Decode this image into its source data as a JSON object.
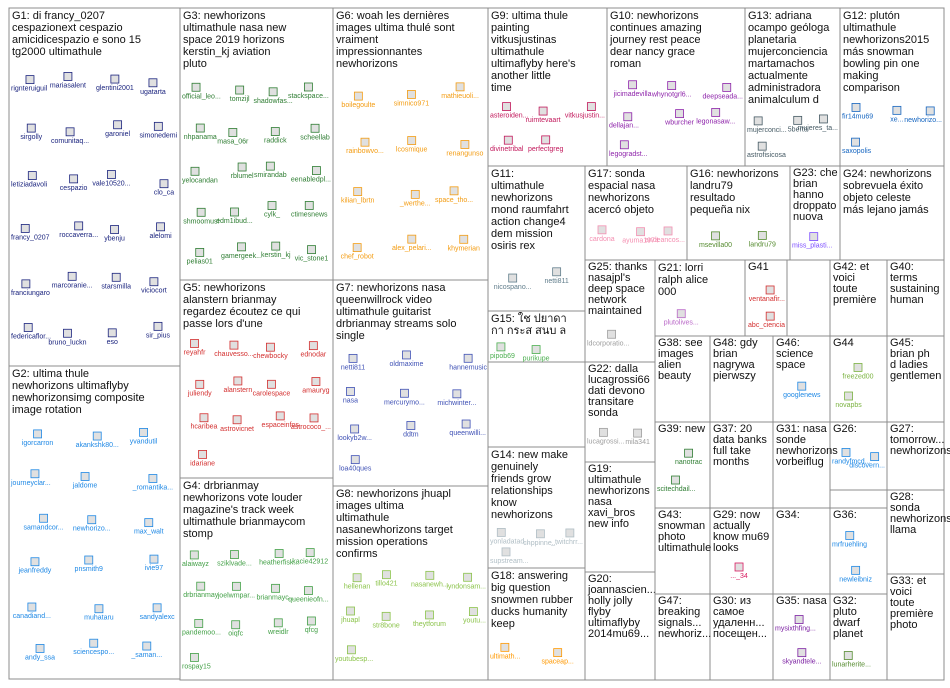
{
  "colors": {
    "G1": "#1a237e",
    "G2": "#1e88e5",
    "G3": "#2e7d32",
    "G4": "#43a047",
    "G5": "#d32f2f",
    "G6": "#f39c12",
    "G7": "#3f51b5",
    "G8": "#8bc34a",
    "G9": "#c2185b",
    "G10": "#8e24aa",
    "G11": "#607d8b",
    "G12": "#1565c0",
    "G13": "#455a64",
    "G14": "#b0bec5",
    "G15": "#4caf50",
    "G16": "#558b2f",
    "G17": "#f48fb1",
    "G18": "#ff9800",
    "G19": "#9e9e9e",
    "G20": "#9e9e9e",
    "G21": "#ba68c8",
    "G22": "#9e9e9e",
    "G23": "#7c4dff",
    "G24": "#e91e63",
    "G25": "#9e9e9e",
    "G26": "#1e88e5",
    "G27": "#1e88e5",
    "G28": "#43a047",
    "G29": "#d81b60",
    "G30": "#7e57c2",
    "G31": "#388e3c",
    "G32": "#558b2f",
    "G33": "#7b1fa2",
    "G34": "#2e7d32",
    "G35": "#7b1fa2",
    "G36": "#1e88e5",
    "G37": "#ffb300",
    "G38": "#ab47bc",
    "G39": "#2e7d32",
    "G40": "#1e88e5",
    "G41": "#d32f2f",
    "G42": "#9e9e9e",
    "G43": "#26a69a",
    "G44": "#7cb342",
    "G45": "#c62828",
    "G46": "#1e88e5",
    "G47": "#7e57c2",
    "G48": "#1565c0"
  },
  "groups": [
    {
      "id": "G1",
      "title": "G1: di francy_0207 cespazionext cespazio amicidicespazio e sono 15 tg2000 ultimathule",
      "nodes": [
        "rignteruiguil",
        "mariasalent",
        "glentini2001",
        "ugatarta",
        "sirgolly",
        "comunitaq...",
        "garoniel",
        "simonedemi",
        "letiziadavoli",
        "cespazio",
        "vale10520...",
        "clo_ca",
        "francy_0207",
        "roccaverra...",
        "ybenju",
        "alelomi",
        "franciungaro",
        "marcoranie...",
        "starsmilla",
        "viciocort",
        "federicaflor...",
        "bruno_luckn",
        "eso",
        "sir_pius"
      ]
    },
    {
      "id": "G2",
      "title": "G2: ultima thule newhorizons ultimaflyby newhorizonsimg composite image rotation",
      "nodes": [
        "igorcarron",
        "akankshk80...",
        "yvandutil",
        "journeyclar...",
        "jaldome",
        "_romantika...",
        "samandcor...",
        "newhorizo...",
        "max_walt",
        "jeanfreddy",
        "pnsmith9",
        "ivie97",
        "canadiand...",
        "muhataru",
        "sandyalexc",
        "andy_ssa",
        "sciencespo...",
        "_saman..."
      ]
    },
    {
      "id": "G3",
      "title": "G3: newhorizons ultimathule nasa new space 2019 horizons kerstin_kj aviation pluto",
      "nodes": [
        "official_leo...",
        "tomzijl",
        "shadowfas...",
        "stackspace...",
        "nhpanama",
        "masa_06r",
        "raddick",
        "scheellab",
        "yelocandan",
        "rblumel",
        "smirandab",
        "eenabledpl...",
        "shmoomusi",
        "edm1ibud...",
        "cylk_",
        "ctimesnews",
        "pelias01",
        "gamergeek...",
        "kerstin_kj",
        "vic_stone1"
      ]
    },
    {
      "id": "G4",
      "title": "G4: drbrianmay newhorizons vote louder magazine's track week ultimathule brianmaycom stomp",
      "nodes": [
        "alaiwayz",
        "sziklvade...",
        "heatherfisk...",
        "kacie42912",
        "drbrianmay",
        "joelwmpar...",
        "brianmayc...",
        "queenieofn...",
        "pandemoo...",
        "oiqfc",
        "wreidlr",
        "qfcg",
        "rospay15"
      ]
    },
    {
      "id": "G5",
      "title": "G5: newhorizons alanstern brianmay regardez écoutez ce qui passe lors d'une",
      "nodes": [
        "reyahfr",
        "chauvesso...",
        "chewbocky",
        "ednodar",
        "juliendy",
        "alanstern",
        "carolespace",
        "amauryg",
        "hcaribea",
        "astrovicnet",
        "espaceinfos",
        "astrococo_...",
        "idariane"
      ]
    },
    {
      "id": "G6",
      "title": "G6: woah les dernières images ultima thulé sont vraiment impressionnantes newhorizons",
      "nodes": [
        "boilegoulte",
        "simnico971",
        "mathieuoli...",
        "rainbowvo...",
        "lcosmique",
        "renangunso",
        "kilian_lbrtn",
        "_werthe...",
        "space_tho...",
        "chef_robot",
        "alex_pelari...",
        "khymerian"
      ]
    },
    {
      "id": "G7",
      "title": "G7: newhorizons nasa queenwillrock video ultimathule guitarist drbrianmay streams solo single",
      "nodes": [
        "netti811",
        "oldmaxime",
        "hannemusic",
        "nasa",
        "mercurymo...",
        "michwinter...",
        "lookyb2w...",
        "ddtm",
        "queenwilli...",
        "loa40ques"
      ]
    },
    {
      "id": "G8",
      "title": "G8: newhorizons jhuapl images ultima ultimathule nasanewhorizons target mission operations confirms",
      "nodes": [
        "hellenan",
        "tillo421",
        "nasanewh...",
        "lyndonsam...",
        "jhuapl",
        "str8bone",
        "theytforum",
        "youtu...",
        "youtubesp..."
      ]
    },
    {
      "id": "G9",
      "title": "G9: ultima thule painting vitkusjustinas ultimathule ultimaflyby here's another little time",
      "nodes": [
        "asteroiden...",
        "ruimtevaart",
        "vitkusjustin...",
        "divinetribal",
        "perfectgreg"
      ]
    },
    {
      "id": "G10",
      "title": "G10: newhorizons continues amazing journey rest peace dear nancy grace roman",
      "nodes": [
        "jicimadevilla",
        "whynotgrl6...",
        "deepseada...",
        "dellajan...",
        "wburcher",
        "legonasaw...",
        "legogradst..."
      ]
    },
    {
      "id": "G11",
      "title": "G11: ultimathule newhorizons mond raumfahrt action change4 dem mission osiris rex",
      "nodes": [
        "nicospano...",
        "netti811"
      ]
    },
    {
      "id": "G12",
      "title": "G12: plutón ultimathule newhorizons2015 más snowman bowling pin one making comparison",
      "nodes": [
        "fir14mu69",
        "xe...",
        "newhorizo...",
        "saxopolis"
      ]
    },
    {
      "id": "G13",
      "title": "G13: adriana ocampo geóloga planetaria mujerconciencia martamachos actualmente administradora animalculum d",
      "nodes": [
        "mujerconci...",
        "5berto",
        "mujeres_ta...",
        "astrofisicosa"
      ]
    },
    {
      "id": "G14",
      "title": "G14: new make genuinely friends grow relationships know newhorizons want friend",
      "nodes": [
        "yonladatad...",
        "chppinne...",
        "_twitchrr...",
        "supstream..."
      ]
    },
    {
      "id": "G15",
      "title": "G15: ใช ปยาดา กา กระส สนบ ล nasa 19 newhorizons",
      "nodes": [
        "pipob69",
        "purikupe"
      ]
    },
    {
      "id": "G16",
      "title": "G16: newhorizons landru79 resultado pequeña nix pluto usando imagen lorri tres",
      "nodes": [
        "msevilla00",
        "landru79"
      ]
    },
    {
      "id": "G17",
      "title": "G17: sonda espacial nasa newhorizons acercó objeto más distante sistema solar",
      "nodes": [
        "cardona",
        "ayuma1974",
        "andeancos..."
      ]
    },
    {
      "id": "G18",
      "title": "G18: answering big question snowmen rubber ducks humanity keep encountering amusingly",
      "nodes": [
        "ultimath...",
        "spaceap..."
      ]
    },
    {
      "id": "G19",
      "title": "G19: ultimathule newhorizons nasa xavi_bros new info rings...",
      "nodes": []
    },
    {
      "id": "G20",
      "title": "G20: joannascien... holly jolly flyby ultimaflyby 2014mu69...",
      "nodes": []
    },
    {
      "id": "G21",
      "title": "G21: lorri ralph alice 000 plutoliveshere gang working overtime over...",
      "nodes": [
        "plutolives..."
      ]
    },
    {
      "id": "G22",
      "title": "G22: dalla lucagrossi66 dati devono transitare sonda newhorizons vengono...",
      "nodes": [
        "lucagrossi...",
        "mila341"
      ]
    },
    {
      "id": "G23",
      "title": "G23: che brian hanno droppato nuova musica nell'arco di",
      "nodes": [
        "miss_plasti..."
      ]
    },
    {
      "id": "G24",
      "title": "G24: newhorizons sobrevuela éxito objeto celeste más lejano jamás explorado que",
      "nodes": []
    },
    {
      "id": "G25",
      "title": "G25: thanks nasajpl's deep space network maintained operated peraton...",
      "nodes": [
        "ldcorporatio..."
      ]
    },
    {
      "id": "G26",
      "title": "G26:",
      "nodes": [
        "randyfmcd...",
        "discovern..."
      ]
    },
    {
      "id": "G27",
      "title": "G27: tomorrow... newhorizons spacecraft sends pics distant...",
      "nodes": []
    },
    {
      "id": "G28",
      "title": "G28: sonda newhorizons llama casa felicitarnos año nuevo...",
      "nodes": []
    },
    {
      "id": "G29",
      "title": "G29: now actually know mu69 looks mu69flyby...",
      "nodes": [
        "..._34"
      ]
    },
    {
      "id": "G30",
      "title": "G30: из самое удаленн... посещен... космиче... тел это...",
      "nodes": []
    },
    {
      "id": "G31",
      "title": "G31: nasa sonde newhorizons vorbeiflug ultima thule...",
      "nodes": []
    },
    {
      "id": "G32",
      "title": "G32: pluto dwarf planet mass 27",
      "nodes": [
        "lunarherite..."
      ]
    },
    {
      "id": "G33",
      "title": "G33: et voici toute première photo résolue d'...",
      "nodes": []
    },
    {
      "id": "G34",
      "title": "G34:",
      "nodes": []
    },
    {
      "id": "G35",
      "title": "G35: nasa",
      "nodes": [
        "mysixthfing...",
        "skyandtele..."
      ]
    },
    {
      "id": "G36",
      "title": "G36:",
      "nodes": [
        "mrfruehling",
        "newleibniz"
      ]
    },
    {
      "id": "G37",
      "title": "G37: 20 data banks full take months pictures...",
      "nodes": []
    },
    {
      "id": "G38",
      "title": "G38: see images alien beauty newhorizons ultimathu...",
      "nodes": []
    },
    {
      "id": "G39",
      "title": "G39: new",
      "nodes": [
        "nanotrac",
        "scitechdail..."
      ]
    },
    {
      "id": "G40",
      "title": "G40: terms sustaining human life deep space agree...",
      "nodes": []
    },
    {
      "id": "G41",
      "title": "G41",
      "nodes": [
        "ventanafir...",
        "abc_ciencia"
      ]
    },
    {
      "id": "G42",
      "title": "G42: et voici toute première photo résolue d'...",
      "nodes": []
    },
    {
      "id": "G43",
      "title": "G43: snowman photo ultimathule sent home nasa s...",
      "nodes": []
    },
    {
      "id": "G44",
      "title": "G44",
      "nodes": [
        "freezed00",
        "novapbs"
      ]
    },
    {
      "id": "G45",
      "title": "G45: brian ph d ladies gentlemen real stable geniuses several...",
      "nodes": []
    },
    {
      "id": "G46",
      "title": "G46: science space",
      "nodes": [
        "googlenews"
      ]
    },
    {
      "id": "G47",
      "title": "G47: breaking signals... newhoriz... reveal shape...",
      "nodes": []
    },
    {
      "id": "G48",
      "title": "G48: gdy brian nagrywa pierwszy solowy utwór od...",
      "nodes": []
    }
  ]
}
